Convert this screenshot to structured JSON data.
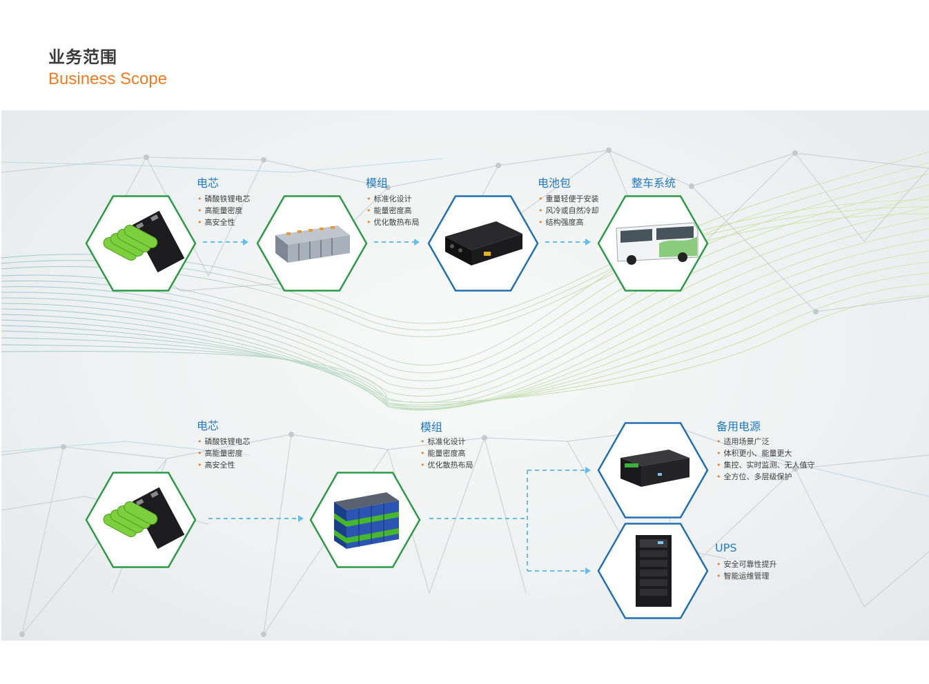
{
  "header": {
    "title_cn": "业务范围",
    "title_en": "Business Scope"
  },
  "colors": {
    "accent_orange": "#f07a1e",
    "label_blue": "#1e78c2",
    "hex_green": "#2a9a44",
    "hex_blue": "#1f6fb2",
    "arrow": "#62bdec"
  },
  "flow_top": [
    {
      "label": "电芯",
      "bullets": [
        "磷酸铁锂电芯",
        "高能量密度",
        "高安全性"
      ],
      "image": "battery-cells-icon",
      "border": "green"
    },
    {
      "label": "模组",
      "bullets": [
        "标准化设计",
        "能量密度高",
        "优化散热布局"
      ],
      "image": "battery-module-icon",
      "border": "green"
    },
    {
      "label": "电池包",
      "bullets": [
        "重量轻便于安装",
        "风冷或自然冷却",
        "结构强度高"
      ],
      "image": "battery-pack-icon",
      "border": "blue"
    },
    {
      "label": "整车系统",
      "bullets": [],
      "image": "electric-bus-icon",
      "border": "green"
    }
  ],
  "flow_bottom": [
    {
      "label": "电芯",
      "bullets": [
        "磷酸铁锂电芯",
        "高能量密度",
        "高安全性"
      ],
      "image": "battery-cells-icon",
      "border": "green"
    },
    {
      "label": "模组",
      "bullets": [
        "标准化设计",
        "能量密度高",
        "优化散热布局"
      ],
      "image": "battery-module-stack-icon",
      "border": "green"
    },
    {
      "label": "备用电源",
      "bullets": [
        "适用场景广泛",
        "体积更小、能量更大",
        "集控、实时监测、无人值守",
        "全方位、多层级保护"
      ],
      "image": "backup-power-unit-icon",
      "border": "blue"
    },
    {
      "label": "UPS",
      "bullets": [
        "安全可靠性提升",
        "智能运维管理"
      ],
      "image": "ups-cabinet-icon",
      "border": "blue"
    }
  ]
}
